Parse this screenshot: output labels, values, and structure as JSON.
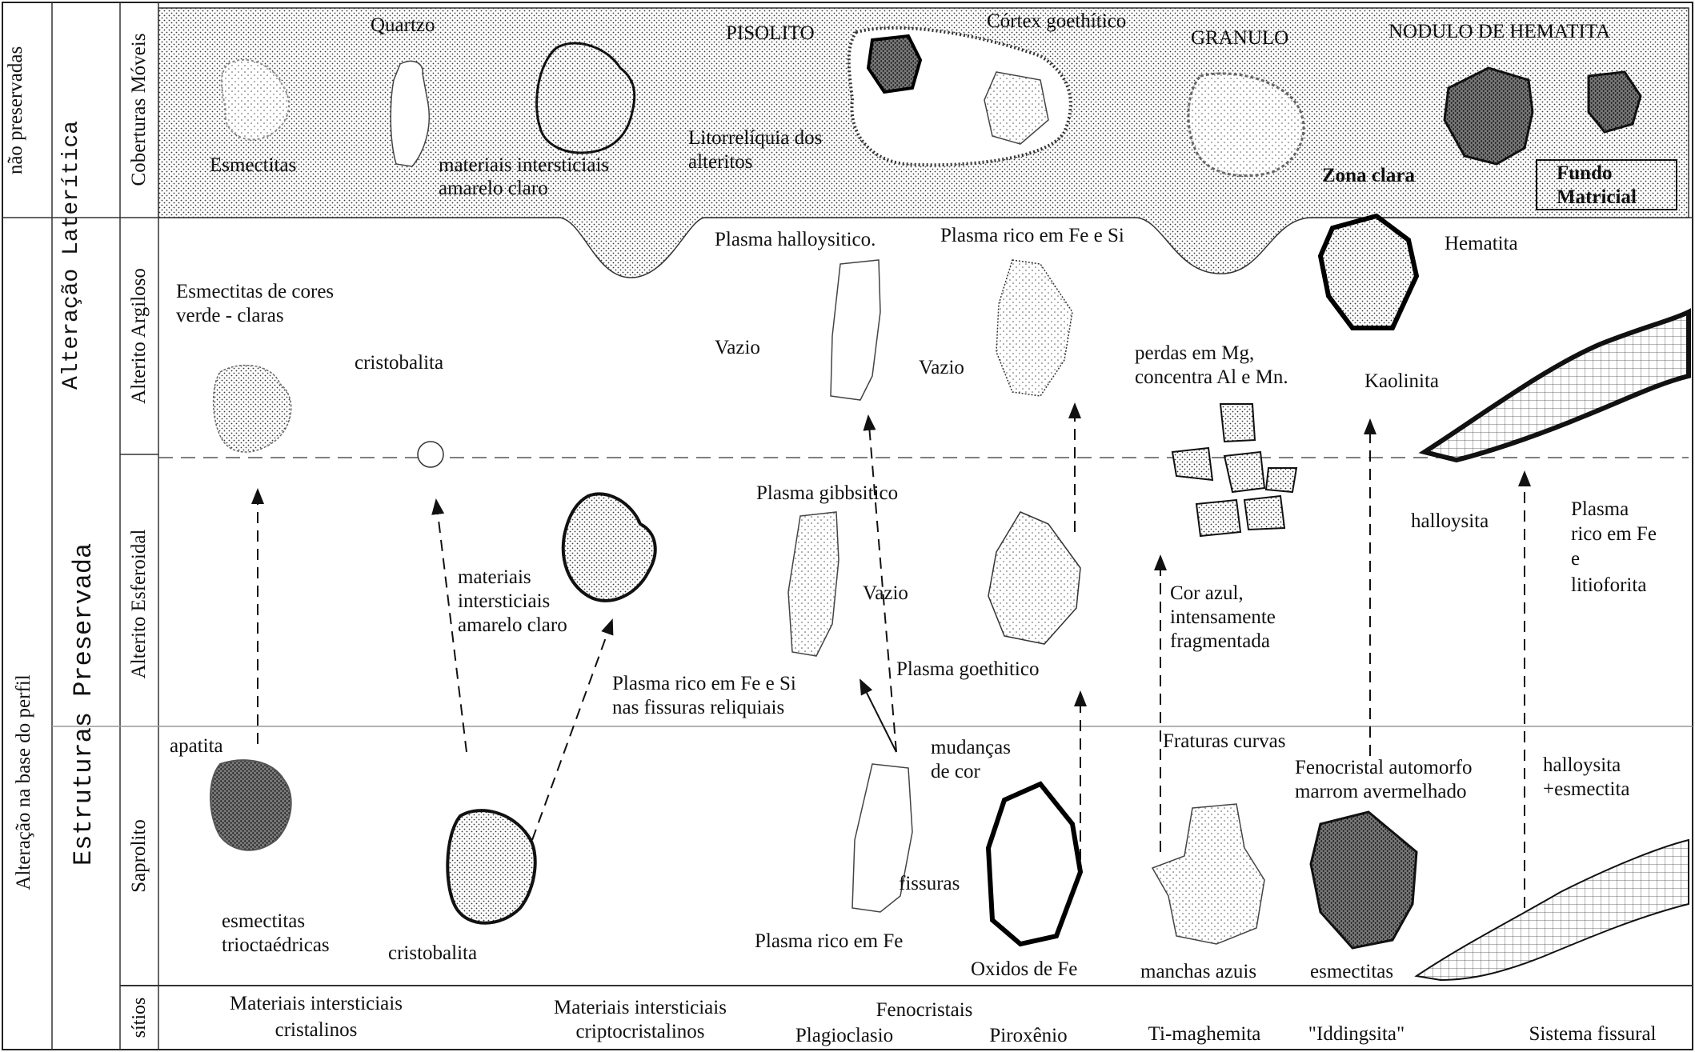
{
  "left_axis": {
    "outer_top": "não preservadas",
    "outer_bottom": "Alteração na base do perfil",
    "middle_top": "Alteração Laterítica",
    "middle_bottom": "Estruturas Preservada",
    "zones": {
      "coberturas": "Coberturas Móveis",
      "argiloso": "Alterito Argiloso",
      "esferoidal": "Alterito Esferoidal",
      "saprolito": "Saprolito",
      "sitios": "sítios"
    }
  },
  "top_band": {
    "esmectitas": "Esmectitas",
    "quartzo": "Quartzo",
    "materiais_line1": "materiais intersticiais",
    "materiais_line2": "amarelo claro",
    "pisolito": "PISOLITO",
    "cortex": "Córtex goethítico",
    "litorreliquia_line1": "Litorrelíquia dos",
    "litorreliquia_line2": "alteritos",
    "granulo": "GRANULO",
    "zona_clara": "Zona clara",
    "nodulo": "NODULO DE HEMATITA",
    "fundo_line1": "Fundo",
    "fundo_line2": "Matricial"
  },
  "argiloso": {
    "esmectitas_cores_line1": "Esmectitas de cores",
    "esmectitas_cores_line2": "verde - claras",
    "cristobalita": "cristobalita",
    "plasma_halloysitico": "Plasma halloysitico.",
    "vazio_1": "Vazio",
    "plasma_fe_si": "Plasma rico em Fe e Si",
    "vazio_2": "Vazio",
    "perdas_line1": "perdas em Mg,",
    "perdas_line2": "concentra Al e Mn.",
    "hematita": "Hematita",
    "kaolinita": "Kaolinita"
  },
  "esferoidal": {
    "materiais_line1": "materiais",
    "materiais_line2": "intersticiais",
    "materiais_line3": "amarelo claro",
    "plasma_gibbsitico": "Plasma gibbsitico",
    "vazio": "Vazio",
    "plasma_fe_si_line1": "Plasma rico em Fe e Si",
    "plasma_fe_si_line2": "nas fissuras reliquiais",
    "plasma_goethitico": "Plasma goethitico",
    "cor_azul_line1": "Cor azul,",
    "cor_azul_line2": "intensamente",
    "cor_azul_line3": "fragmentada",
    "halloysita": "halloysita",
    "plasma_rico_line1": "Plasma",
    "plasma_rico_line2": "rico em Fe",
    "plasma_rico_line3": "e",
    "plasma_rico_line4": "litioforita"
  },
  "saprolito": {
    "apatita": "apatita",
    "esmectitas_line1": "esmectitas",
    "esmectitas_line2": "trioctaédricas",
    "cristobalita": "cristobalita",
    "plasma_fe": "Plasma rico em Fe",
    "fissuras": "fissuras",
    "mudancas_line1": "mudanças",
    "mudancas_line2": "de cor",
    "oxidos": "Oxidos de Fe",
    "fraturas": "Fraturas curvas",
    "manchas": "manchas azuis",
    "fenocristal_line1": "Fenocristal automorfo",
    "fenocristal_line2": "marrom avermelhado",
    "esmectitas_2": "esmectitas",
    "halloysita_line1": "halloysita",
    "halloysita_line2": "+esmectita"
  },
  "sites": {
    "cristalinos_line1": "Materiais intersticiais",
    "cristalinos_line2": "cristalinos",
    "cripto_line1": "Materiais intersticiais",
    "cripto_line2": "criptocristalinos",
    "fenocristais": "Fenocristais",
    "plagioclasio": "Plagioclasio",
    "piroxenio": "Piroxênio",
    "ti_maghemita": "Ti-maghemita",
    "iddingsita": "\"Iddingsita\"",
    "sistema": "Sistema fissural"
  }
}
